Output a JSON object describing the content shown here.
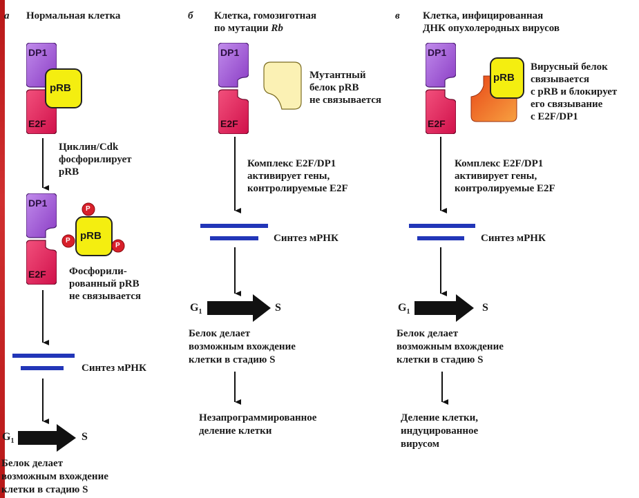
{
  "panels": {
    "a": {
      "letter": "а",
      "title": "Нормальная клетка",
      "dp1_label": "DP1",
      "e2f_label": "E2F",
      "prb_label": "pRB",
      "phospho_step": [
        "Циклин/Cdk",
        "фосфорилирует",
        "pRB"
      ],
      "dp1_label_2": "DP1",
      "e2f_label_2": "E2F",
      "prb_label_2": "pRB",
      "phosphate_label": "P",
      "phospho_note": [
        "Фосфорили-",
        "рованный pRB",
        "не связывается"
      ],
      "mrna_label": "Синтез мРНК",
      "g1_label": "G",
      "g1_sub": "1",
      "s_label": "S",
      "result": [
        "Белок делает",
        "возможным вхождение",
        "клетки в стадию S"
      ]
    },
    "b": {
      "letter": "б",
      "title_line1": "Клетка, гомозиготная",
      "title_line2_prefix": "по мутации ",
      "title_line2_gene": "Rb",
      "dp1_label": "DP1",
      "e2f_label": "E2F",
      "mutant_note": [
        "Мутантный",
        "белок pRB",
        "не связывается"
      ],
      "complex_note": [
        "Комплекс E2F/DP1",
        "активирует гены,",
        "контролируемые E2F"
      ],
      "mrna_label": "Синтез мРНК",
      "g1_label": "G",
      "g1_sub": "1",
      "s_label": "S",
      "result": [
        "Белок делает",
        "возможным вхождение",
        "клетки в стадию S"
      ],
      "outcome": [
        "Незапрограммированное",
        "деление клетки"
      ]
    },
    "c": {
      "letter": "в",
      "title": [
        "Клетка, инфицированная",
        "ДНК опухолеродных вирусов"
      ],
      "dp1_label": "DP1",
      "e2f_label": "E2F",
      "prb_label": "pRB",
      "viral_note": [
        "Вирусный белок",
        "связывается",
        "с pRB и блокирует",
        "его  связывание",
        "с E2F/DP1"
      ],
      "complex_note": [
        "Комплекс E2F/DP1",
        "активирует гены,",
        "контролируемые E2F"
      ],
      "mrna_label": "Синтез мРНК",
      "g1_label": "G",
      "g1_sub": "1",
      "s_label": "S",
      "result": [
        "Белок делает",
        "возможным вхождение",
        "клетки в стадию S"
      ],
      "outcome": [
        "Деление клетки,",
        "индуцированное",
        "вирусом"
      ]
    }
  },
  "colors": {
    "dp1": "#9a4fd0",
    "e2f": "#e0205a",
    "prb": "#f4ee10",
    "mutant_prb": "#fbf1b4",
    "viral_protein": "#ee6a22",
    "phosphate": "#d8202a",
    "mrna_bar": "#2236b8",
    "arrow": "#111111"
  }
}
